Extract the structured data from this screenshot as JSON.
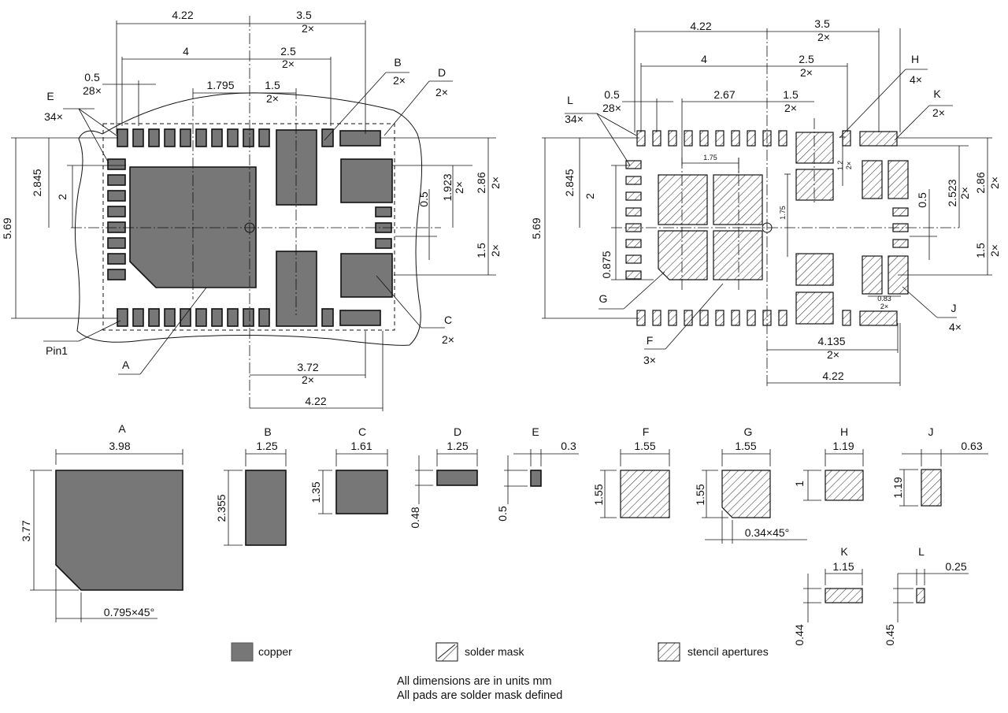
{
  "left_view": {
    "dims": {
      "w422": "4.22",
      "w35": "3.5",
      "w35n": "2×",
      "w4": "4",
      "w25": "2.5",
      "w25n": "2×",
      "p05": "0.5",
      "p05n": "28×",
      "c1795": "1.795",
      "c15": "1.5",
      "c15n": "2×",
      "h2845": "2.845",
      "h2": "2",
      "h569": "5.69",
      "h1923": "1.923",
      "h1923n": "2×",
      "h05": "0.5",
      "h286": "2.86",
      "h286n": "2×",
      "h15": "1.5",
      "h15n": "2×",
      "b372": "3.72",
      "b372n": "2×",
      "b422": "4.22"
    },
    "labels": {
      "E": "E",
      "E_n": "34×",
      "B": "B",
      "B_n": "2×",
      "D": "D",
      "D_n": "2×",
      "C": "C",
      "C_n": "2×",
      "A": "A",
      "pin1": "Pin1"
    }
  },
  "right_view": {
    "dims": {
      "w422": "4.22",
      "w35": "3.5",
      "w35n": "2×",
      "w4": "4",
      "w25": "2.5",
      "w25n": "2×",
      "p05": "0.5",
      "p05n": "28×",
      "c267": "2.67",
      "c15": "1.5",
      "c15n": "2×",
      "i175a": "1.75",
      "i175b": "1.75",
      "i12": "1.2",
      "i12n": "2×",
      "i083": "0.83",
      "i083n": "2×",
      "h2845": "2.845",
      "h2": "2",
      "h569": "5.69",
      "h0875": "0.875",
      "h2523": "2.523",
      "h2523n": "2×",
      "h05": "0.5",
      "h286": "2.86",
      "h286n": "2×",
      "h15": "1.5",
      "h15n": "2×",
      "b4135": "4.135",
      "b4135n": "2×",
      "b422": "4.22"
    },
    "labels": {
      "L": "L",
      "L_n": "34×",
      "H": "H",
      "H_n": "4×",
      "K": "K",
      "K_n": "2×",
      "G": "G",
      "F": "F",
      "F_n": "3×",
      "J": "J",
      "J_n": "4×"
    }
  },
  "details": {
    "A": {
      "name": "A",
      "w": "3.98",
      "h": "3.77",
      "chamfer": "0.795×45°"
    },
    "B": {
      "name": "B",
      "w": "1.25",
      "h": "2.355"
    },
    "C": {
      "name": "C",
      "w": "1.61",
      "h": "1.35"
    },
    "D": {
      "name": "D",
      "w": "1.25",
      "h": "0.48"
    },
    "E": {
      "name": "E",
      "w": "0.3",
      "h": "0.5"
    },
    "F": {
      "name": "F",
      "w": "1.55",
      "h": "1.55"
    },
    "G": {
      "name": "G",
      "w": "1.55",
      "h": "1.55",
      "chamfer": "0.34×45°"
    },
    "H": {
      "name": "H",
      "w": "1.19",
      "h": "1"
    },
    "J": {
      "name": "J",
      "w": "0.63",
      "h": "1.19"
    },
    "K": {
      "name": "K",
      "w": "1.15",
      "h": "0.44"
    },
    "L": {
      "name": "L",
      "w": "0.25",
      "h": "0.45"
    }
  },
  "legend": {
    "copper": "copper",
    "solder_mask": "solder mask",
    "stencil": "stencil apertures"
  },
  "notes": {
    "line1": "All dimensions are in units mm",
    "line2": "All pads are solder mask defined"
  },
  "colors": {
    "copper": "#777777",
    "line": "#111111",
    "background": "#ffffff"
  }
}
